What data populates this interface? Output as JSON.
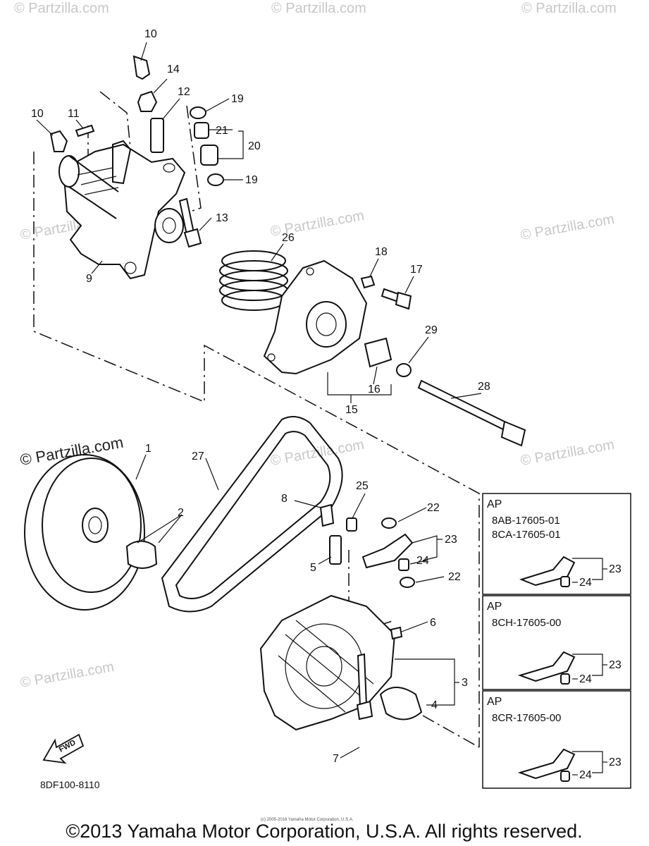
{
  "watermark": {
    "text": "© Partzilla.com"
  },
  "callouts": {
    "c1": "1",
    "c2": "2",
    "c3": "3",
    "c4": "4",
    "c5": "5",
    "c6": "6",
    "c7": "7",
    "c8": "8",
    "c9": "9",
    "c10a": "10",
    "c10b": "10",
    "c11": "11",
    "c12": "12",
    "c13": "13",
    "c14": "14",
    "c15": "15",
    "c16": "16",
    "c17": "17",
    "c18": "18",
    "c19a": "19",
    "c19b": "19",
    "c20": "20",
    "c21": "21",
    "c22a": "22",
    "c22b": "22",
    "c23a": "23",
    "c24a": "24",
    "c25": "25",
    "c26": "26",
    "c27": "27",
    "c28": "28",
    "c29": "29"
  },
  "ap_boxes": [
    {
      "title": "AP",
      "codes": [
        "8AB-17605-01",
        "8CA-17605-01"
      ],
      "labels": [
        "23",
        "24"
      ]
    },
    {
      "title": "AP",
      "codes": [
        "8CH-17605-00"
      ],
      "labels": [
        "23",
        "24"
      ]
    },
    {
      "title": "AP",
      "codes": [
        "8CR-17605-00"
      ],
      "labels": [
        "23",
        "24"
      ]
    }
  ],
  "fwd_label": "FWD",
  "diagram_code": "8DF100-8110",
  "tiny_notice": "(c) 2005-2016 Yamaha Motor Corporation, U.S.A.",
  "copyright": "©2013 Yamaha Motor Corporation, U.S.A. All rights reserved."
}
